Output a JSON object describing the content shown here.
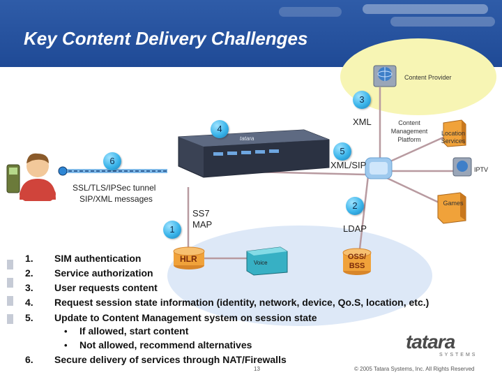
{
  "title": "Key Content Delivery Challenges",
  "nodes": {
    "content_provider": "Content Provider",
    "content_management": "Content Management Platform",
    "location_services": "Location Services",
    "iptv": "IPTV",
    "games": "Games",
    "hlr": "HLR",
    "voice": "Voice",
    "oss_bss": "OSS/ BSS"
  },
  "steps": {
    "s1": "1",
    "s2": "2",
    "s3": "3",
    "s4": "4",
    "s5": "5",
    "s6": "6"
  },
  "links": {
    "xml": "XML",
    "xml_sip": "XML/SIP",
    "ss7_map": "SS7 MAP",
    "ldap": "LDAP",
    "tunnel_line1": "SSL/TLS/IPSec tunnel",
    "tunnel_line2": "SIP/XML messages"
  },
  "list": [
    {
      "num": "1.",
      "text": "SIM authentication"
    },
    {
      "num": "2.",
      "text": "Service authorization"
    },
    {
      "num": "3.",
      "text": "User requests content"
    },
    {
      "num": "4.",
      "text": "Request session state information (identity, network, device, Qo.S, location, etc.)"
    },
    {
      "num": "5.",
      "text": "Update to Content Management system on session state"
    },
    {
      "num": "6.",
      "text": "Secure delivery of services through NAT/Firewalls"
    }
  ],
  "sub_items": [
    {
      "bullet": "•",
      "text": "If allowed, start content"
    },
    {
      "bullet": "•",
      "text": "Not allowed, recommend alternatives"
    }
  ],
  "brand": {
    "logo": "tatara",
    "tagline": "SYSTEMS"
  },
  "footer": {
    "page": "13",
    "copyright": "© 2005 Tatara Systems, Inc. All Rights Reserved"
  },
  "colors": {
    "header": "#2f5ca8",
    "step_circle": "#3ab4ea",
    "network_cloud": "#dde8f7",
    "provider_cloud": "#f7f5b4",
    "orange_db": "#f0a23a"
  }
}
